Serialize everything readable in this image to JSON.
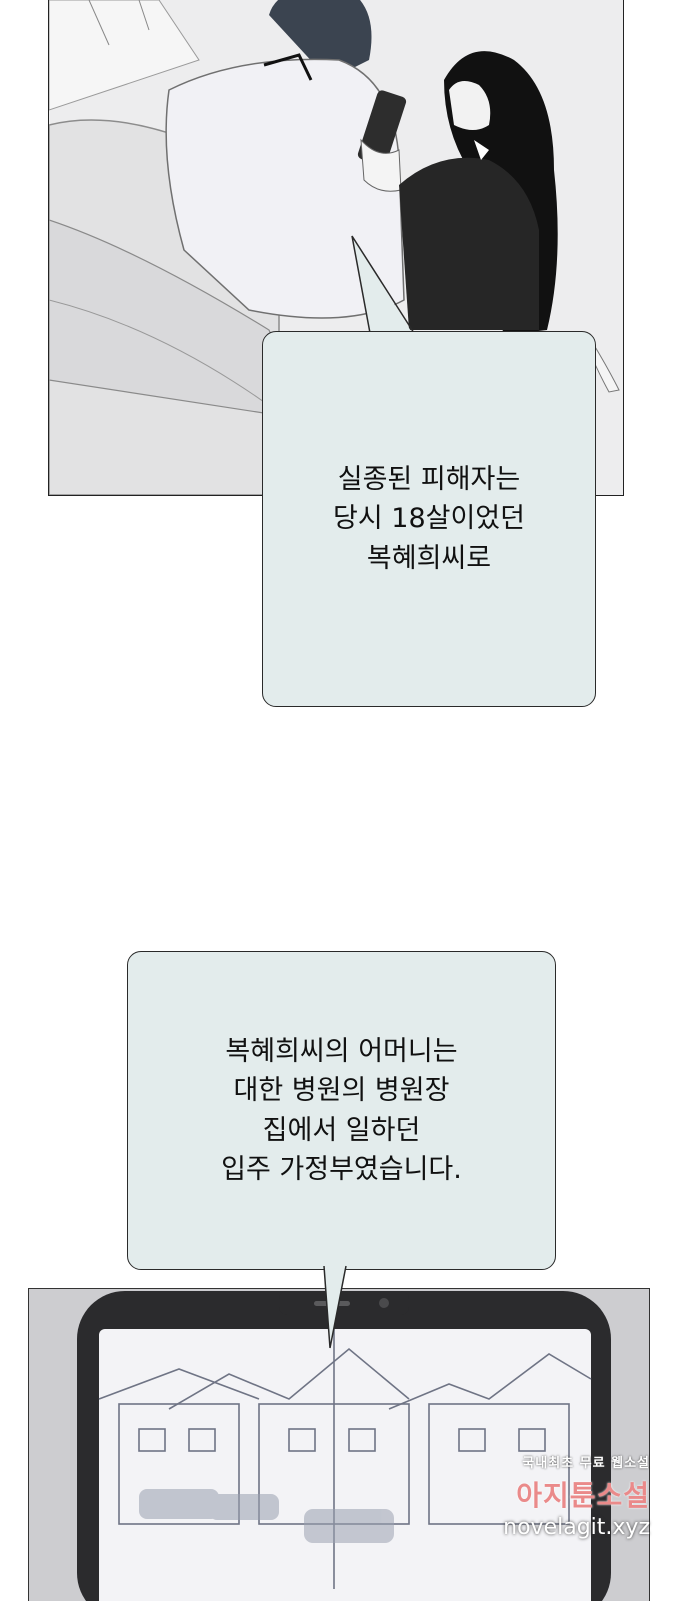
{
  "bubbles": {
    "first": {
      "lines": [
        "실종된 피해자는",
        "당시 18살이었던",
        "복혜희씨로"
      ]
    },
    "second": {
      "lines": [
        "복혜희씨의 어머니는",
        "대한 병원의 병원장",
        "집에서 일하던",
        "입주 가정부였습니다."
      ]
    }
  },
  "watermark": {
    "line1": "국내최초 무료 웹소설",
    "line2": "아지툰소설",
    "line3": "novelagit.xyz"
  },
  "colors": {
    "bubble_fill": "#e3ecec",
    "bubble_border": "#2a2a2a",
    "watermark_accent": "#ea8a8a"
  }
}
